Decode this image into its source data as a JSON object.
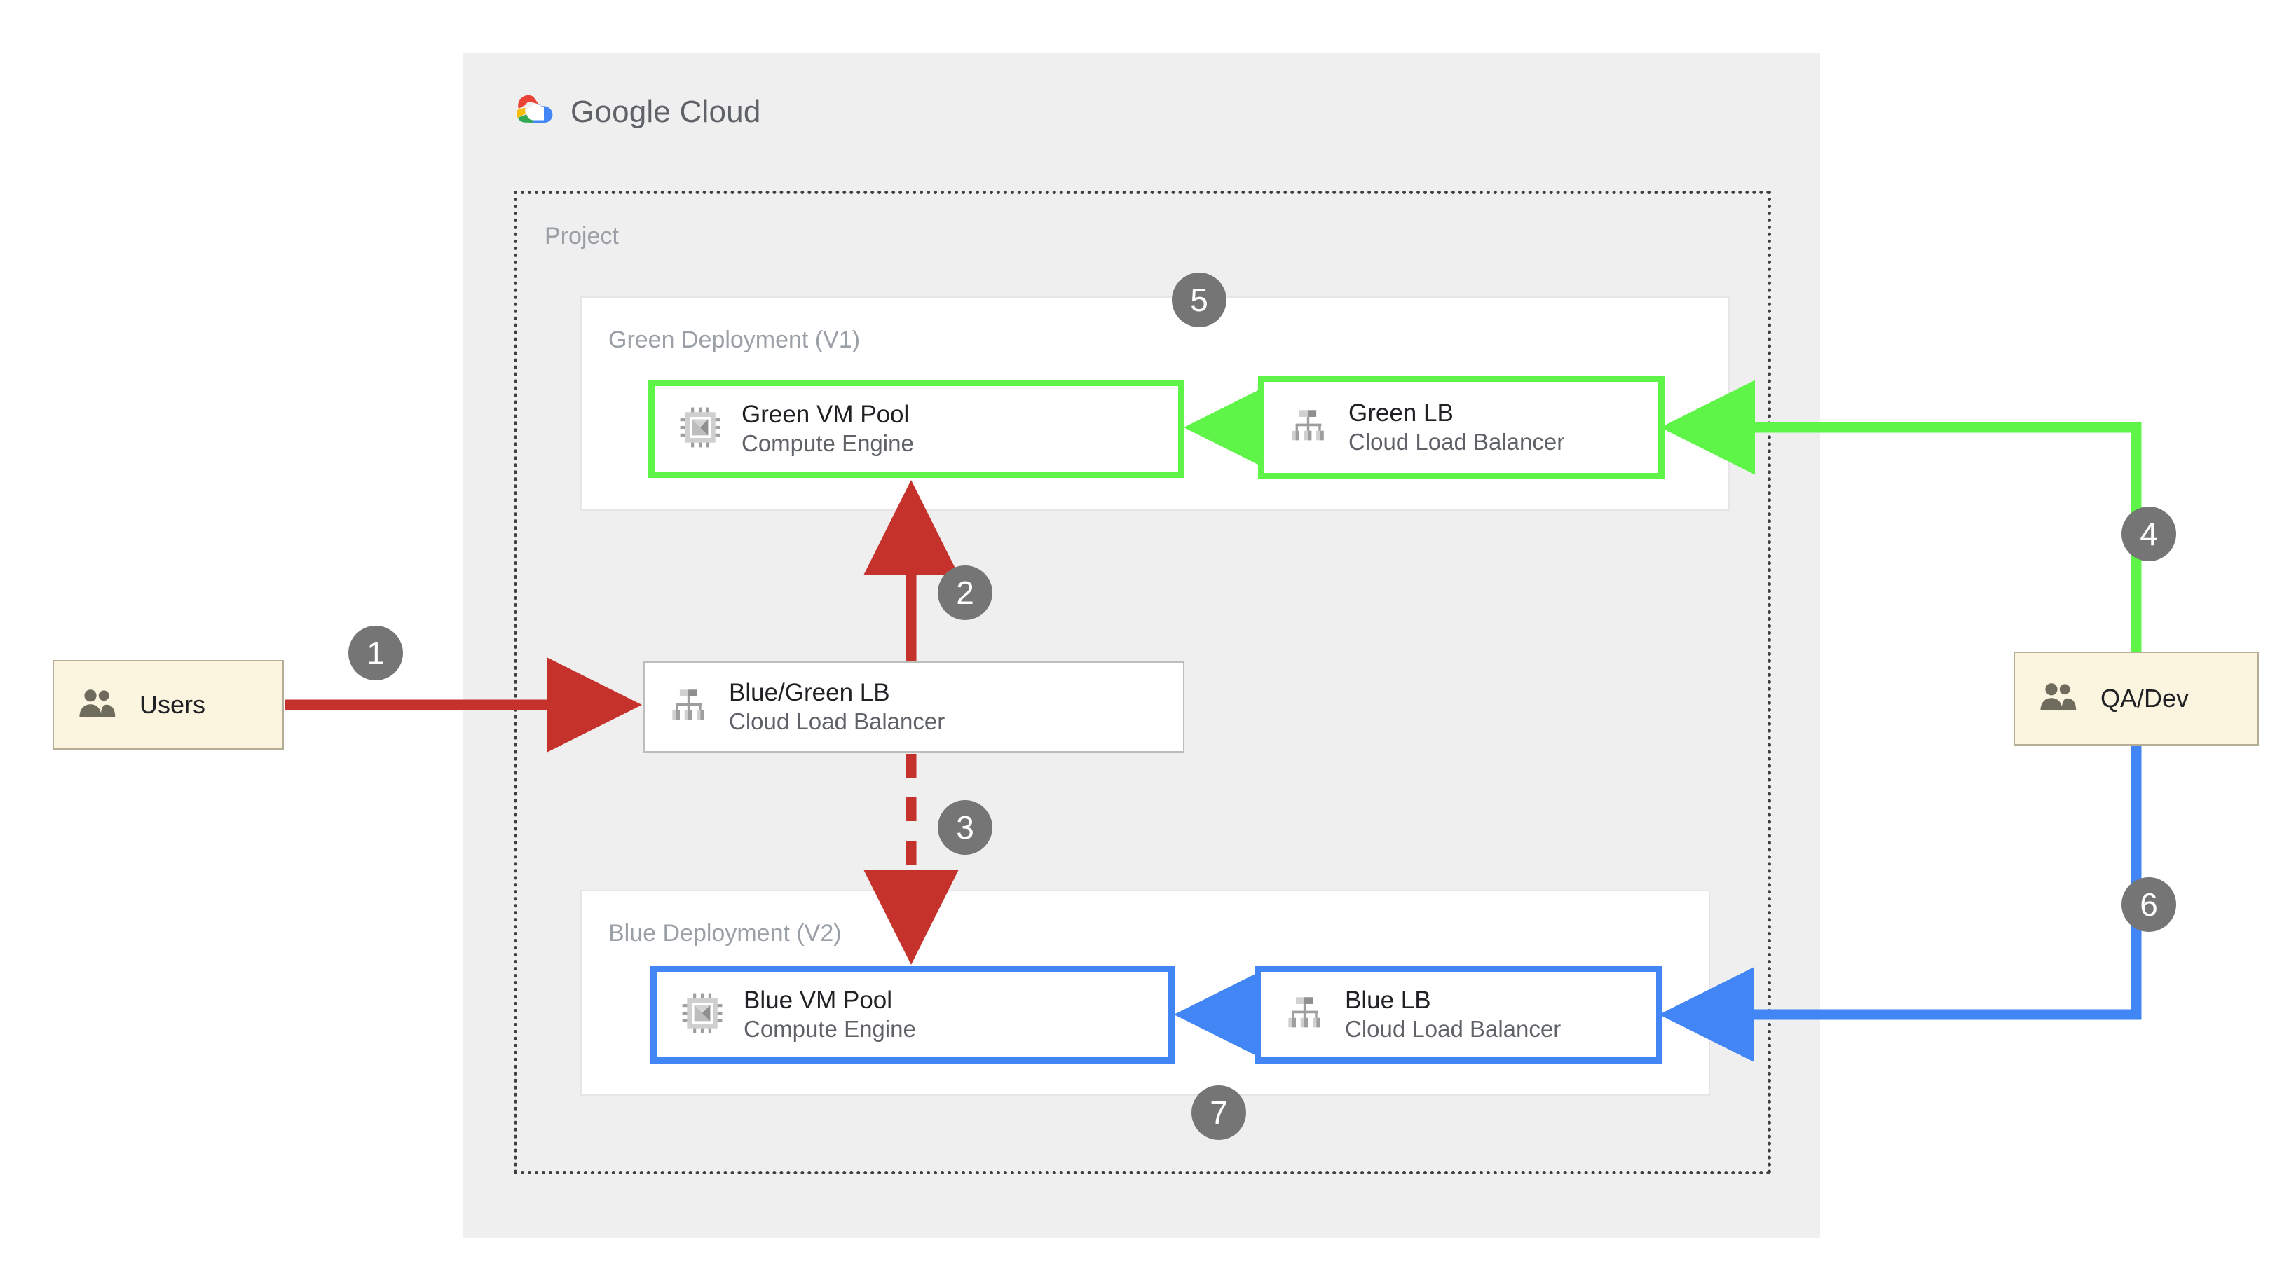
{
  "brand": {
    "logo_icon": "google-cloud-logo-icon",
    "name_primary": "Google",
    "name_secondary": "Cloud"
  },
  "project": {
    "label": "Project"
  },
  "deployments": [
    {
      "id": "green",
      "label": "Green Deployment (V1)",
      "accent": "#5ff548"
    },
    {
      "id": "blue",
      "label": "Blue Deployment (V2)",
      "accent": "#4285f4"
    }
  ],
  "nodes": {
    "green_vm": {
      "title": "Green VM Pool",
      "subtitle": "Compute Engine",
      "icon": "compute-engine-chip-icon"
    },
    "green_lb": {
      "title": "Green LB",
      "subtitle": "Cloud Load Balancer",
      "icon": "cloud-load-balancer-icon"
    },
    "bluegreen_lb": {
      "title": "Blue/Green LB",
      "subtitle": "Cloud Load Balancer",
      "icon": "cloud-load-balancer-icon"
    },
    "blue_vm": {
      "title": "Blue VM Pool",
      "subtitle": "Compute Engine",
      "icon": "compute-engine-chip-icon"
    },
    "blue_lb": {
      "title": "Blue LB",
      "subtitle": "Cloud Load Balancer",
      "icon": "cloud-load-balancer-icon"
    },
    "users": {
      "title": "Users",
      "icon": "users-group-icon"
    },
    "qadev": {
      "title": "QA/Dev",
      "icon": "users-group-icon"
    }
  },
  "steps": [
    {
      "number": "1",
      "describes": "users-to-bluegreen-lb"
    },
    {
      "number": "2",
      "describes": "bluegreen-lb-to-green-vm-pool"
    },
    {
      "number": "3",
      "describes": "bluegreen-lb-to-blue-vm-pool"
    },
    {
      "number": "4",
      "describes": "qadev-to-green-lb"
    },
    {
      "number": "5",
      "describes": "green-lb-to-green-vm-pool"
    },
    {
      "number": "6",
      "describes": "qadev-to-blue-lb"
    },
    {
      "number": "7",
      "describes": "blue-lb-to-blue-vm-pool"
    }
  ],
  "colors": {
    "red_traffic": "#c5312b",
    "green_accent": "#5ff548",
    "blue_accent": "#4285f4",
    "badge_gray": "#757575",
    "panel_gray": "#efefef",
    "cream_actor": "#fbf5e0",
    "muted_text": "#9aa0a6"
  }
}
